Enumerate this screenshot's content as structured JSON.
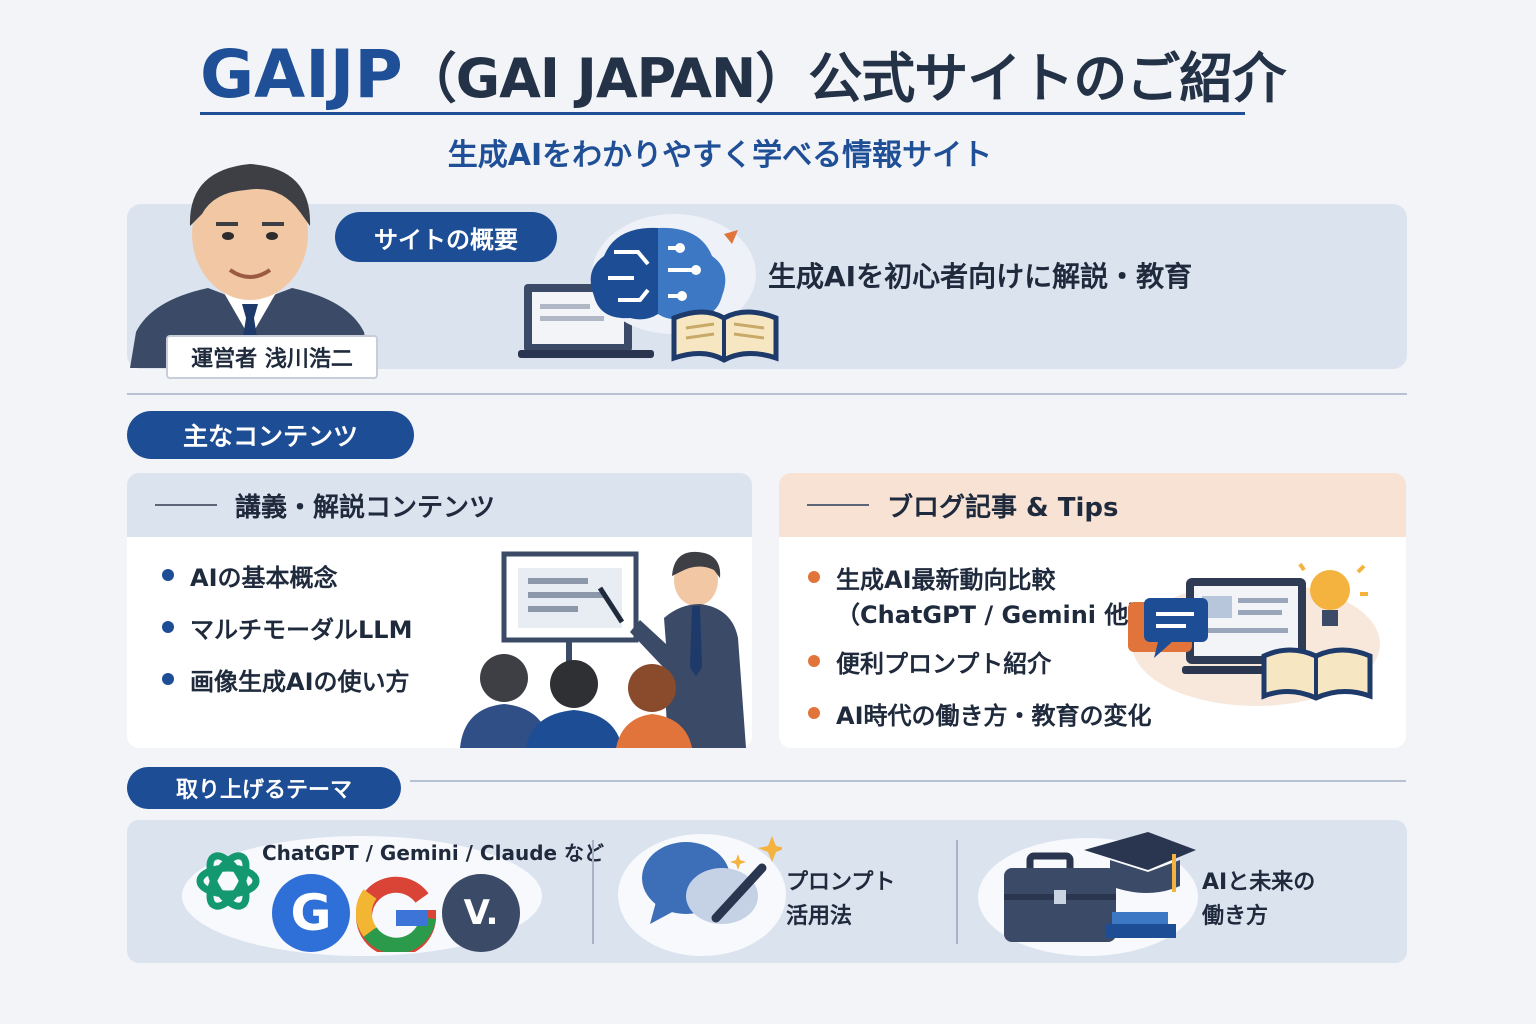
{
  "header": {
    "brand": "GAIJP",
    "title_rest": "（GAI JAPAN）公式サイトのご紹介",
    "subtitle": "生成AIをわかりやすく学べる情報サイト"
  },
  "overview": {
    "pill": "サイトの概要",
    "operator": "運営者 浅川浩二",
    "description": "生成AIを初心者向けに解説・教育"
  },
  "main_contents": {
    "pill": "主なコンテンツ",
    "lectures": {
      "heading": "講義・解説コンテンツ",
      "items": [
        "AIの基本概念",
        "マルチモーダルLLM",
        "画像生成AIの使い方"
      ]
    },
    "blog": {
      "heading": "ブログ記事 & Tips",
      "item1": "生成AI最新動向比較",
      "item1_sub": "（ChatGPT / Gemini 他）",
      "item2": "便利プロンプト紹介",
      "item3": "AI時代の働き方・教育の変化"
    }
  },
  "themes": {
    "pill": "取り上げるテーマ",
    "tools_label": "ChatGPT / Gemini / Claude など",
    "prompt_line1": "プロンプト",
    "prompt_line2": "活用法",
    "future_line1": "AIと未来の",
    "future_line2": "働き方",
    "logo_g": "G",
    "logo_v": "V."
  },
  "colors": {
    "brand_blue": "#1d4d94",
    "accent_orange": "#e0743b",
    "panel_blue": "#dbe3ef",
    "panel_peach": "#f7e2d4"
  },
  "icons": [
    "avatar-illustration",
    "brain-circuit-icon",
    "laptop-icon",
    "open-book-icon",
    "presenter-illustration",
    "speech-bubble-icon",
    "lightbulb-icon",
    "openai-logo-icon",
    "google-logo-icon",
    "chat-bubble-icon",
    "magic-wand-icon",
    "briefcase-icon",
    "graduation-cap-icon"
  ]
}
